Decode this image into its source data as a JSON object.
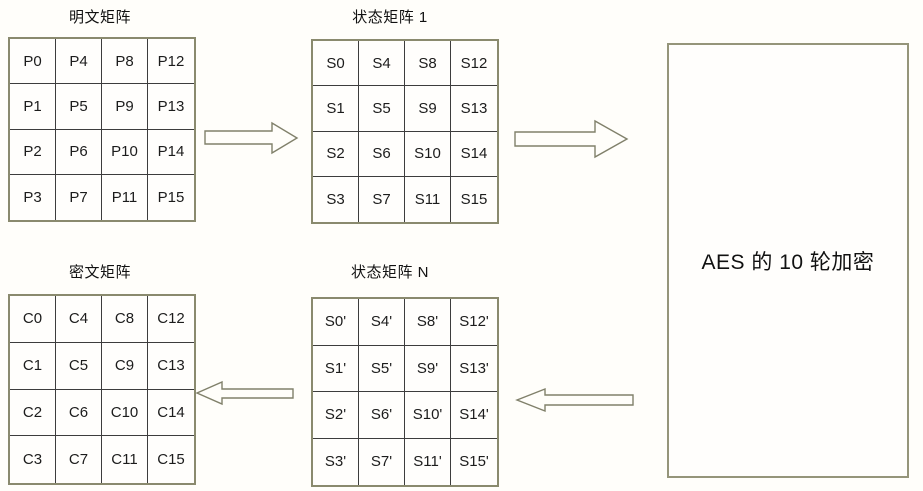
{
  "diagram": {
    "title_note": "AES encryption flow diagram",
    "matrices": [
      {
        "id": "plaintext",
        "title": "明文矩阵",
        "cells": [
          [
            "P0",
            "P4",
            "P8",
            "P12"
          ],
          [
            "P1",
            "P5",
            "P9",
            "P13"
          ],
          [
            "P2",
            "P6",
            "P10",
            "P14"
          ],
          [
            "P3",
            "P7",
            "P11",
            "P15"
          ]
        ]
      },
      {
        "id": "state1",
        "title": "状态矩阵 1",
        "cells": [
          [
            "S0",
            "S4",
            "S8",
            "S12"
          ],
          [
            "S1",
            "S5",
            "S9",
            "S13"
          ],
          [
            "S2",
            "S6",
            "S10",
            "S14"
          ],
          [
            "S3",
            "S7",
            "S11",
            "S15"
          ]
        ]
      },
      {
        "id": "ciphertext",
        "title": "密文矩阵",
        "cells": [
          [
            "C0",
            "C4",
            "C8",
            "C12"
          ],
          [
            "C1",
            "C5",
            "C9",
            "C13"
          ],
          [
            "C2",
            "C6",
            "C10",
            "C14"
          ],
          [
            "C3",
            "C7",
            "C11",
            "C15"
          ]
        ]
      },
      {
        "id": "stateN",
        "title": "状态矩阵 N",
        "cells": [
          [
            "S0'",
            "S4'",
            "S8'",
            "S12'"
          ],
          [
            "S1'",
            "S5'",
            "S9'",
            "S13'"
          ],
          [
            "S2'",
            "S6'",
            "S10'",
            "S14'"
          ],
          [
            "S3'",
            "S7'",
            "S11'",
            "S15'"
          ]
        ]
      }
    ],
    "aes_box": {
      "label": "AES 的 10 轮加密"
    },
    "arrows": [
      {
        "from": "明文矩阵",
        "to": "状态矩阵 1",
        "direction": "right"
      },
      {
        "from": "状态矩阵 1",
        "to": "AES 的 10 轮加密",
        "direction": "right"
      },
      {
        "from": "AES 的 10 轮加密",
        "to": "状态矩阵 N",
        "direction": "left"
      },
      {
        "from": "状态矩阵 N",
        "to": "密文矩阵",
        "direction": "left"
      }
    ],
    "colors": {
      "outline_olive": "#8a8a6e",
      "inner_grid_line": "#3d3d3d",
      "text": "#1c1c1c",
      "background": "#fffefa"
    }
  }
}
